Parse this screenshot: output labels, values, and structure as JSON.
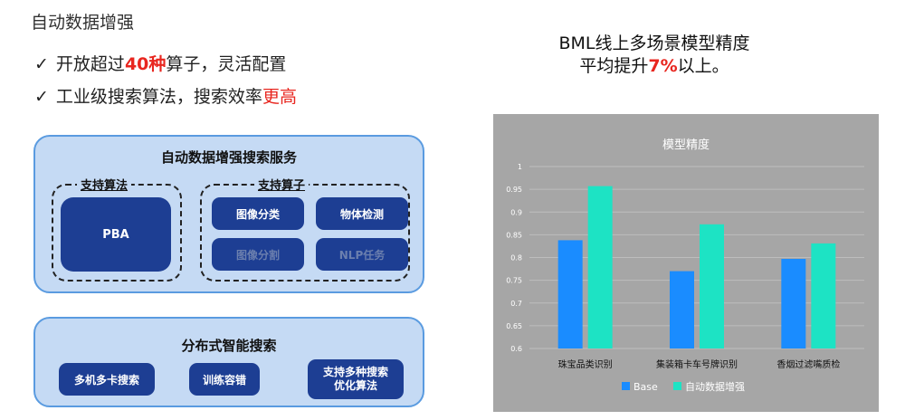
{
  "left": {
    "title": "自动数据增强",
    "bullet1": {
      "check": "✓",
      "pre": "开放超过",
      "highlight": "40种",
      "post": "算子，灵活配置"
    },
    "bullet2": {
      "check": "✓",
      "pre": "工业级搜索算法，搜索效率",
      "highlight": "更高"
    }
  },
  "top_panel": {
    "title": "自动数据增强搜索服务",
    "algo_group": {
      "label": "支持算法",
      "items": [
        "PBA"
      ]
    },
    "op_group": {
      "label": "支持算子",
      "items": [
        "图像分类",
        "物体检测",
        "图像分割",
        "NLP任务"
      ]
    }
  },
  "bottom_panel": {
    "title": "分布式智能搜索",
    "buttons": [
      "多机多卡搜索",
      "训练容错"
    ],
    "multi_algo_line1": "支持多种搜索",
    "multi_algo_line2": "优化算法"
  },
  "right": {
    "heading_line1": "BML线上多场景模型精度",
    "heading_line2_pre": "平均提升",
    "heading_line2_pct": "7%",
    "heading_line2_post": "以上。"
  },
  "colors": {
    "accent_red": "#e8261f",
    "panel_bg": "#c5daf4",
    "panel_border": "#5a9be0",
    "button_bg": "#1d3e93",
    "series_base": "#1a8cff",
    "series_aug": "#1de3c4",
    "chart_bg": "#a6a6a6"
  },
  "chart_data": {
    "type": "bar",
    "title": "模型精度",
    "categories": [
      "珠宝品类识别",
      "集装箱卡车号牌识别",
      "香烟过滤嘴质检"
    ],
    "series": [
      {
        "name": "Base",
        "values": [
          0.838,
          0.77,
          0.797
        ]
      },
      {
        "name": "自动数据增强",
        "values": [
          0.957,
          0.873,
          0.831
        ]
      }
    ],
    "ylim": [
      0.6,
      1.0
    ],
    "yticks": [
      "0.6",
      "0.65",
      "0.7",
      "0.75",
      "0.8",
      "0.85",
      "0.9",
      "0.95",
      "1"
    ],
    "grid": true,
    "legend": "bottom",
    "xlabel": "",
    "ylabel": ""
  }
}
